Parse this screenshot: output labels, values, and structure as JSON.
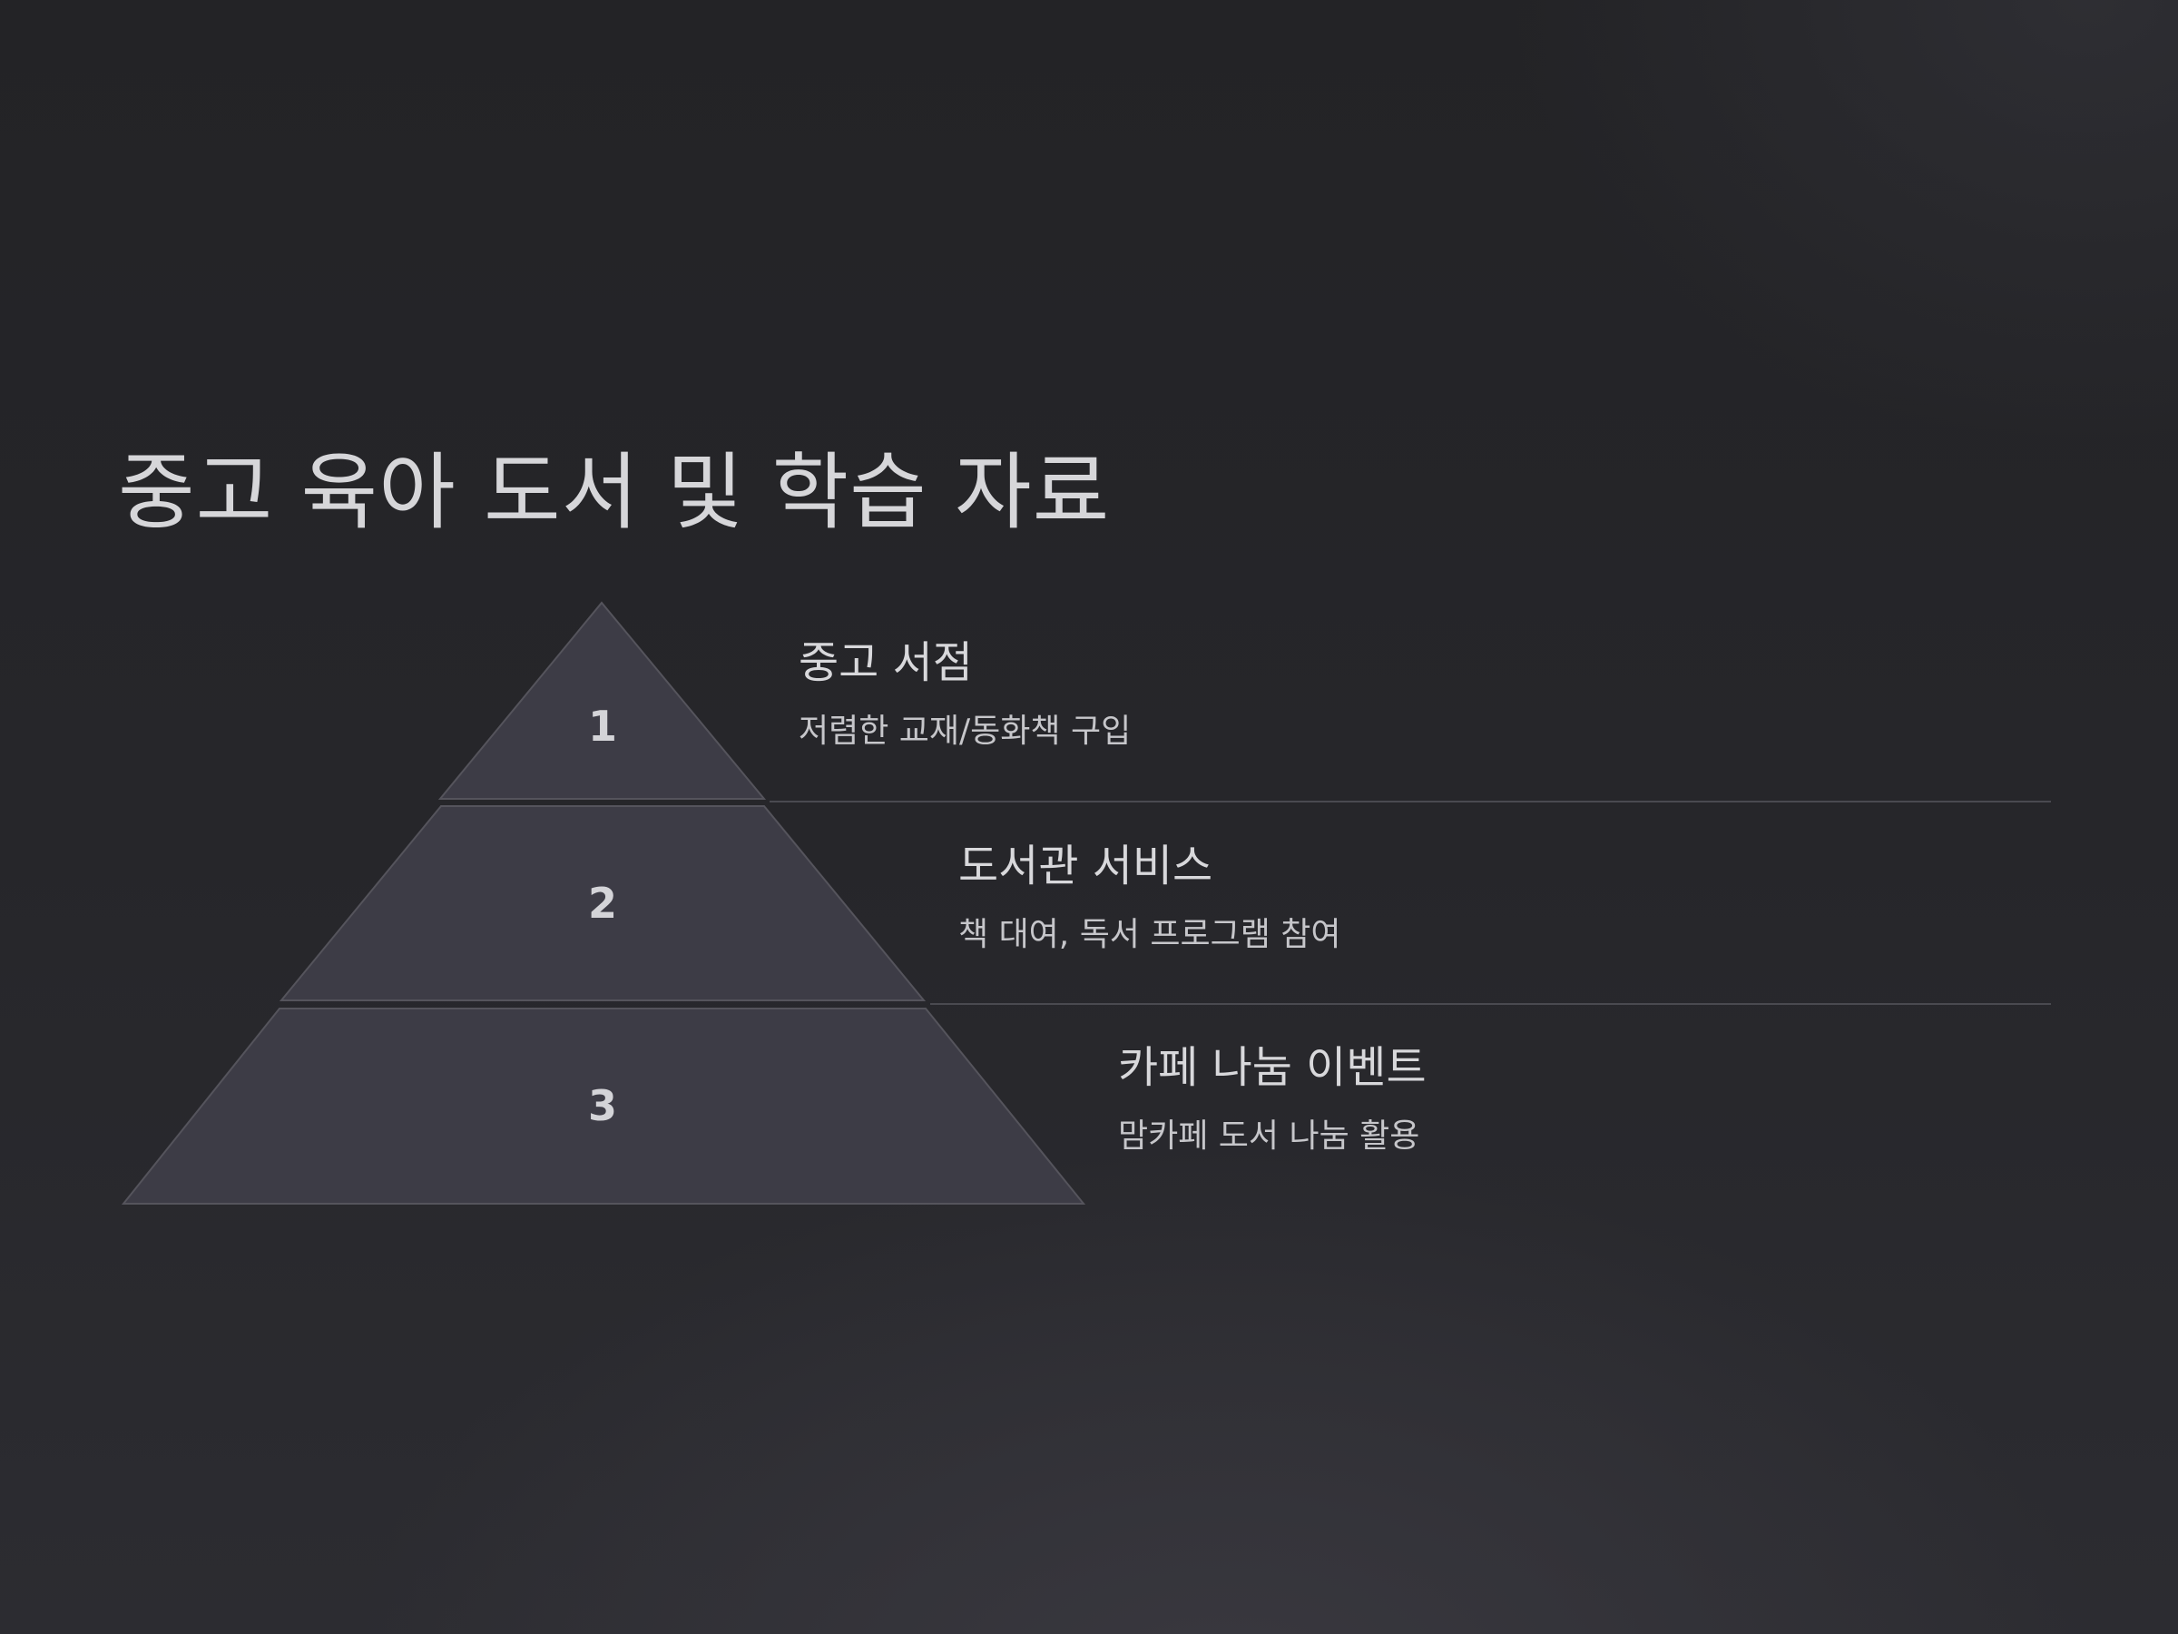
{
  "title": "중고 육아 도서 및 학습 자료",
  "tiers": [
    {
      "number": "1",
      "heading": "중고 서점",
      "description": "저렴한 교재/동화책 구입"
    },
    {
      "number": "2",
      "heading": "도서관 서비스",
      "description": "책 대여, 독서 프로그램 참여"
    },
    {
      "number": "3",
      "heading": "카페 나눔 이벤트",
      "description": "맘카페 도서 나눔 활용"
    }
  ],
  "colors": {
    "tier_fill": "#3d3c46",
    "tier_stroke": "#55545c",
    "text": "#d6d6d9"
  }
}
